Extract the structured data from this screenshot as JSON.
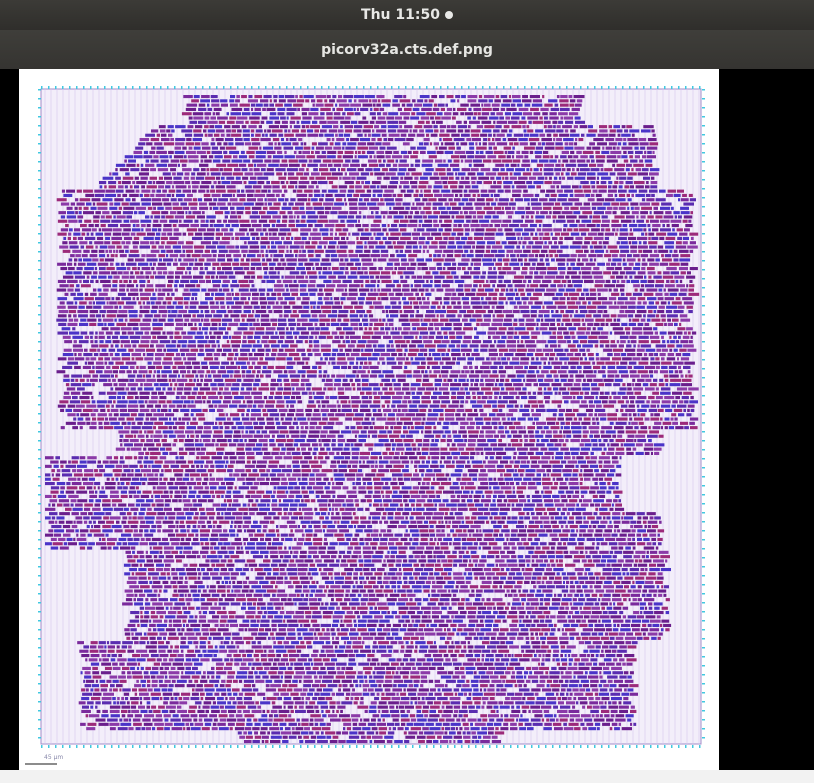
{
  "topbar": {
    "clock": "Thu 11:50"
  },
  "window": {
    "title": "picorv32a.cts.def.png"
  },
  "image": {
    "scale_label": "45 μm",
    "die_fill_color": "#f3eefa",
    "die_border_color": "#a08cc8",
    "cell_colors": [
      "#7a2a9c",
      "#8b3aa8",
      "#5a2cb0",
      "#9c2a7a",
      "#6a1e8c",
      "#4a34c8"
    ],
    "io_pin_color": "#40c8e0",
    "icons": [
      "recording-dot-icon"
    ]
  }
}
